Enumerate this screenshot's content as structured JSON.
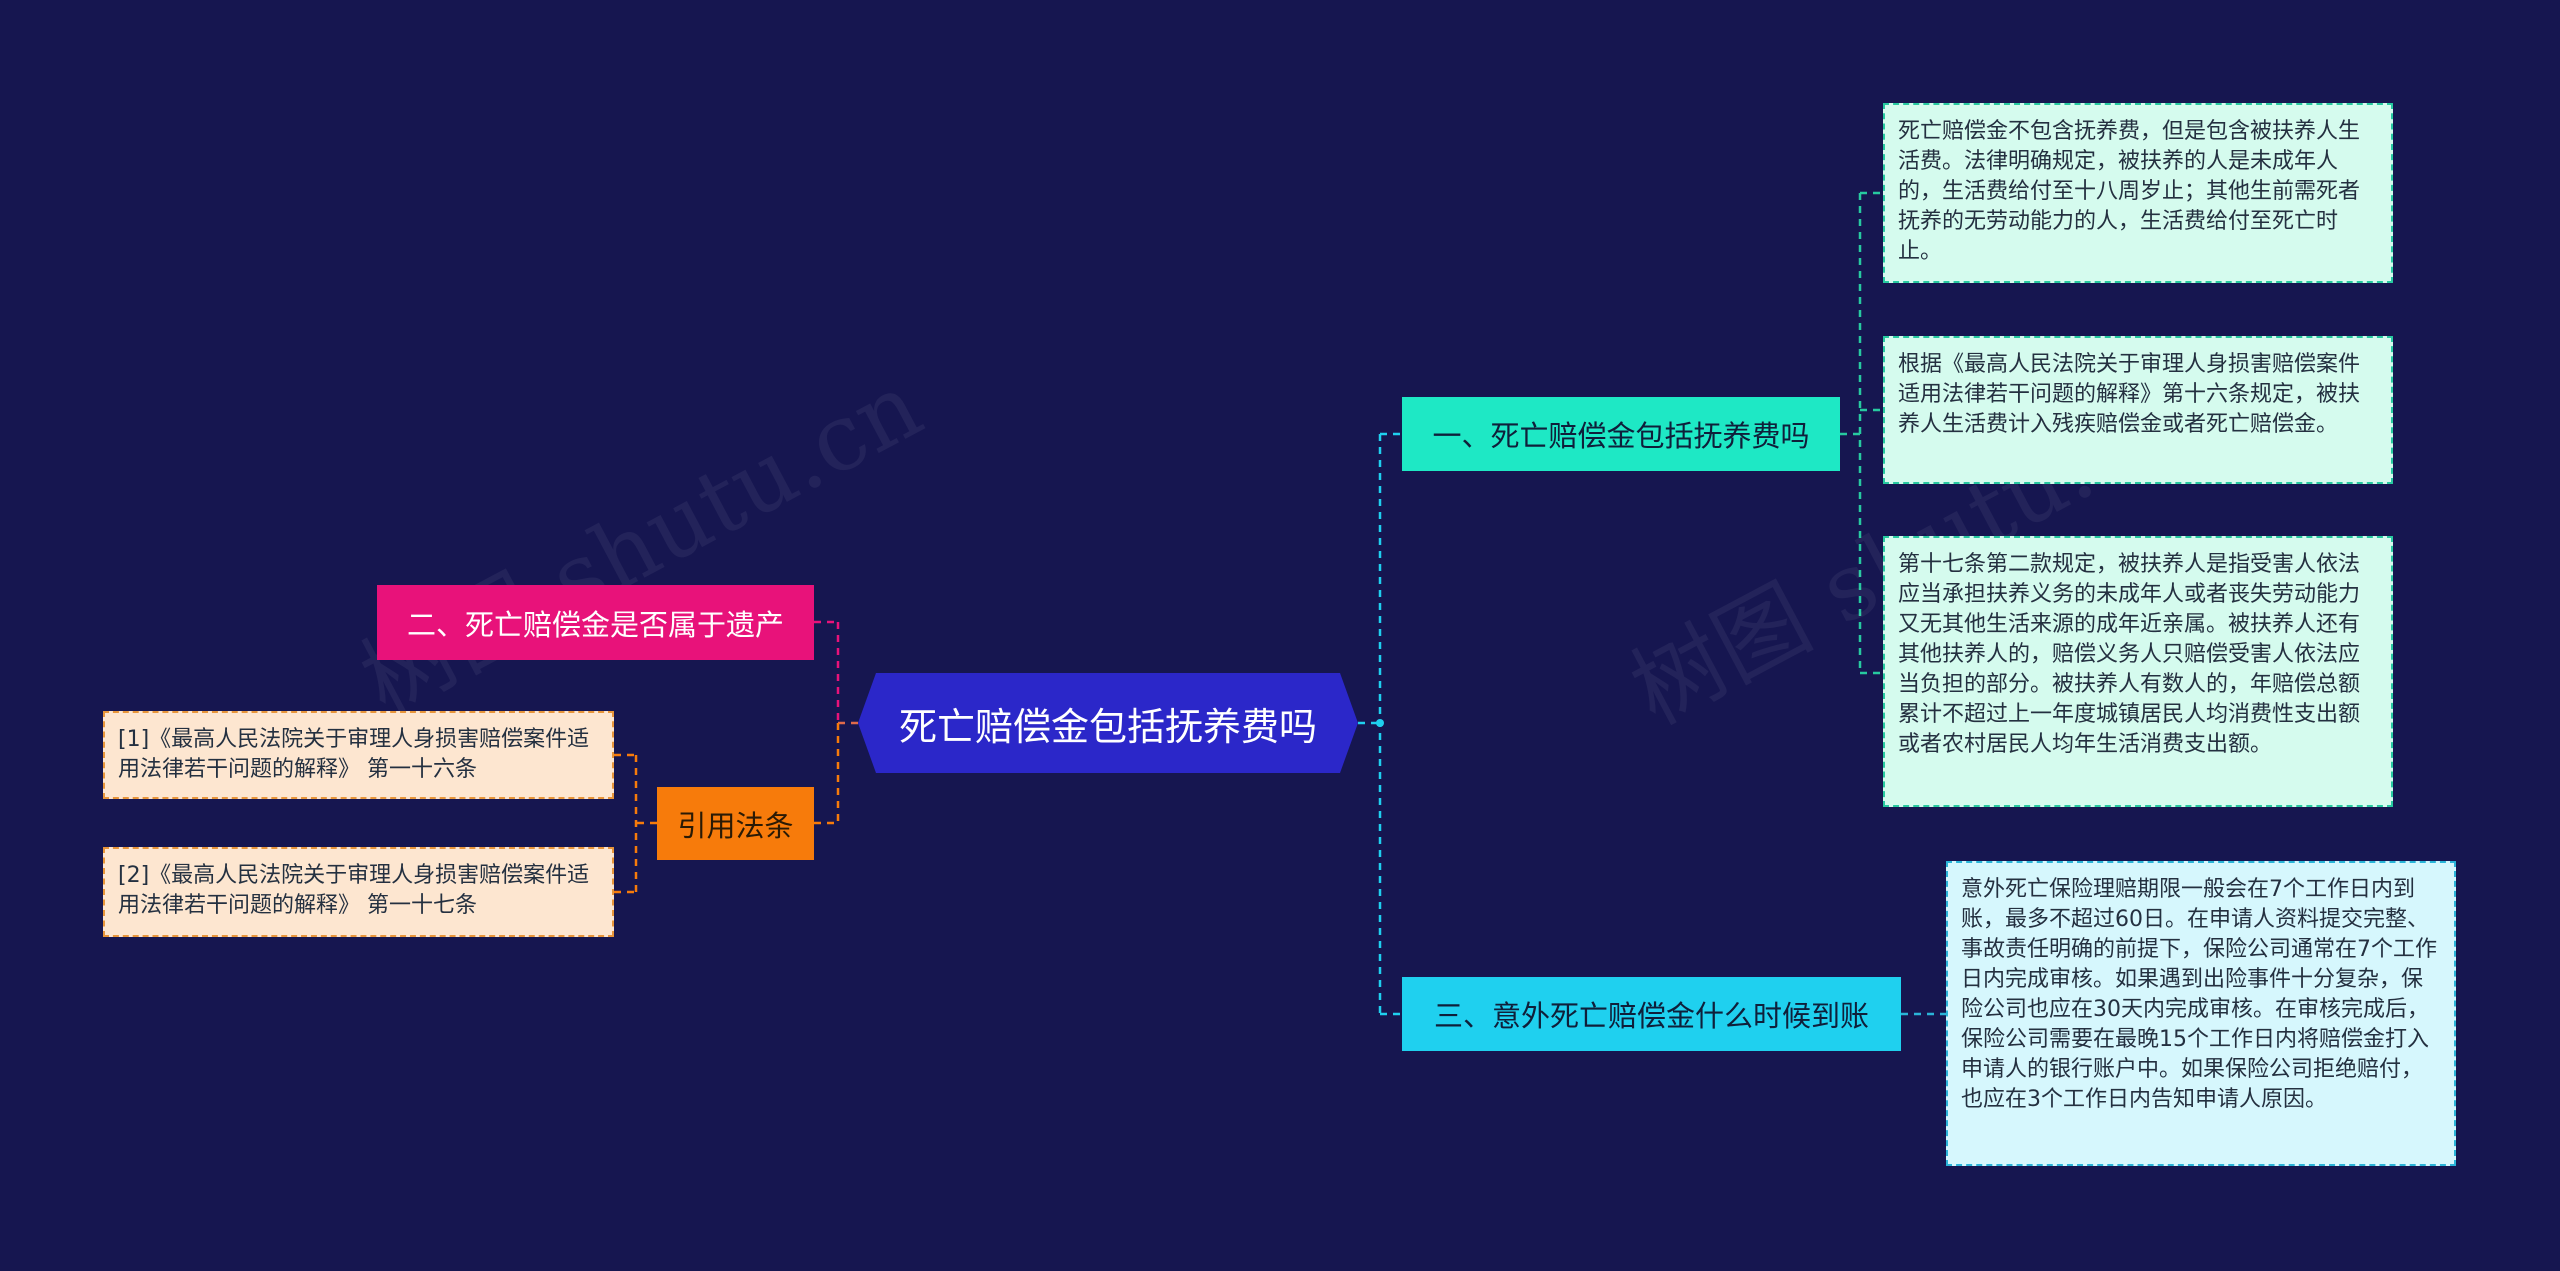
{
  "root": {
    "label": "死亡赔偿金包括抚养费吗"
  },
  "branches": {
    "b1": "一、死亡赔偿金包括抚养费吗",
    "b2": "二、死亡赔偿金是否属于遗产",
    "b3": "引用法条",
    "b4": "三、意外死亡赔偿金什么时候到账"
  },
  "leaves": {
    "t1": "死亡赔偿金不包含抚养费，但是包含被扶养人生活费。法律明确规定，被扶养的人是未成年人的，生活费给付至十八周岁止；其他生前需死者抚养的无劳动能力的人，生活费给付至死亡时止。",
    "t2": "根据《最高人民法院关于审理人身损害赔偿案件适用法律若干问题的解释》第十六条规定，被扶养人生活费计入残疾赔偿金或者死亡赔偿金。",
    "t3": "第十七条第二款规定，被扶养人是指受害人依法应当承担扶养义务的未成年人或者丧失劳动能力又无其他生活来源的成年近亲属。被扶养人还有其他扶养人的，赔偿义务人只赔偿受害人依法应当负担的部分。被扶养人有数人的，年赔偿总额累计不超过上一年度城镇居民人均消费性支出额或者农村居民人均年生活消费支出额。",
    "t4": "意外死亡保险理赔期限一般会在7个工作日内到账，最多不超过60日。在申请人资料提交完整、事故责任明确的前提下，保险公司通常在7个工作日内完成审核。如果遇到出险事件十分复杂，保险公司也应在30天内完成审核。在审核完成后，保险公司需要在最晚15个工作日内将赔偿金打入申请人的银行账户中。如果保险公司拒绝赔付，也应在3个工作日内告知申请人原因。",
    "c1": "[1]《最高人民法院关于审理人身损害赔偿案件适用法律若干问题的解释》 第一十六条",
    "c2": "[2]《最高人民法院关于审理人身损害赔偿案件适用法律若干问题的解释》 第一十七条"
  },
  "watermark": {
    "text": "树图 shutu.cn"
  },
  "colors": {
    "background": "#161650",
    "root": "#2b27c9",
    "branch1": "#1ee8c5",
    "branch2": "#e8127a",
    "branch3": "#f77b0b",
    "branch4": "#1fd0ef"
  }
}
